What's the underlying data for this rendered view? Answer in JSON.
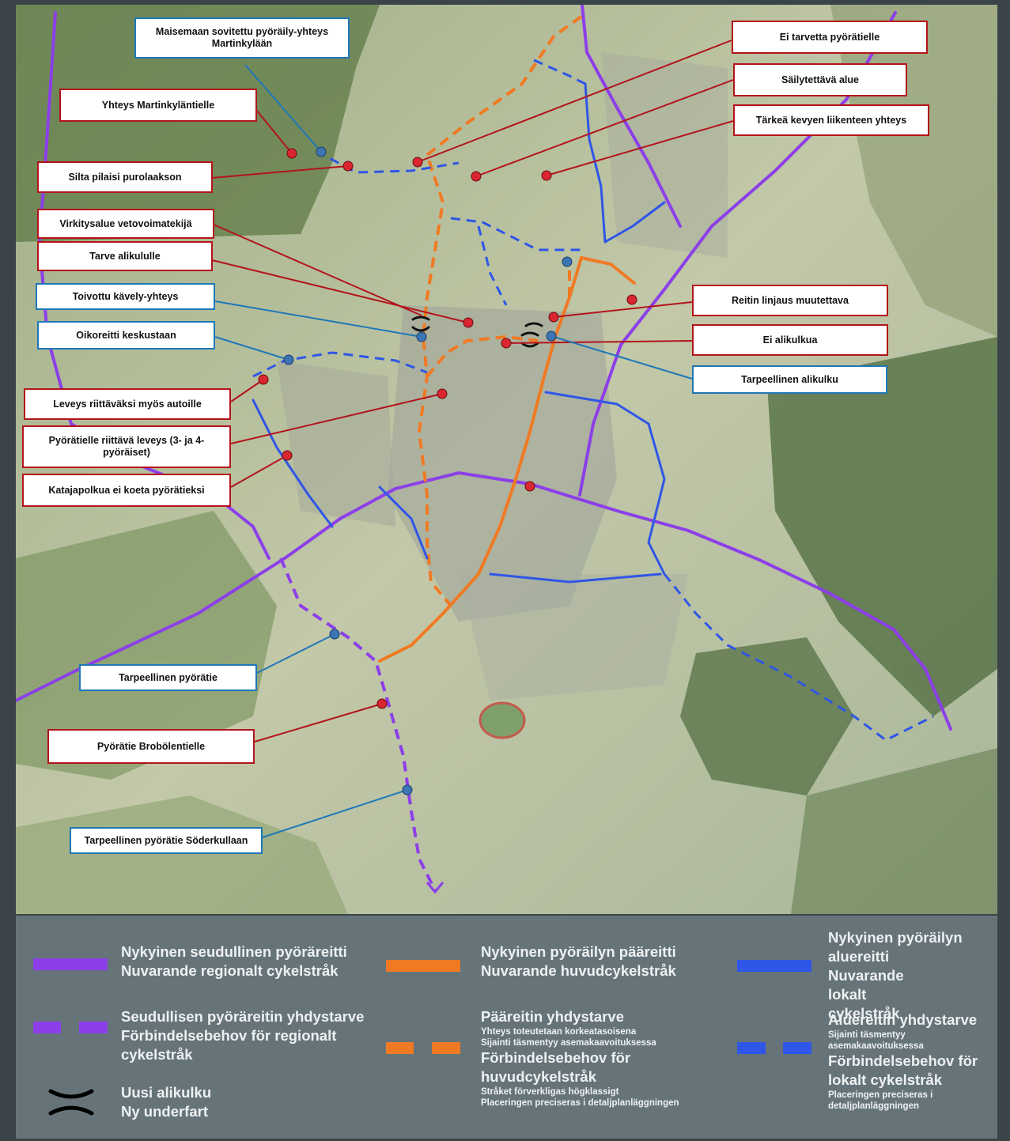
{
  "colors": {
    "regional": "#8c3fe8",
    "main": "#f07a23",
    "local": "#2f56e6",
    "callout_red": "#b3141b",
    "callout_blue": "#1f78b8",
    "legend_bg": "#66747a"
  },
  "callouts": [
    {
      "id": "c1",
      "text": "Maisemaan sovitettu pyöräily-yhteys Martinkylään",
      "style": "blue"
    },
    {
      "id": "c2",
      "text": "Yhteys Martinkyläntielle",
      "style": "red"
    },
    {
      "id": "c3",
      "text": "Silta pilaisi purolaakson",
      "style": "red"
    },
    {
      "id": "c4",
      "text": "Virkitysalue vetovoimatekijä",
      "style": "red"
    },
    {
      "id": "c5",
      "text": "Tarve alikululle",
      "style": "red"
    },
    {
      "id": "c6",
      "text": "Toivottu kävely-yhteys",
      "style": "blue"
    },
    {
      "id": "c7",
      "text": "Oikoreitti keskustaan",
      "style": "blue"
    },
    {
      "id": "c8",
      "text": "Leveys riittäväksi myös autoille",
      "style": "red"
    },
    {
      "id": "c9",
      "text": "Pyörätielle riittävä leveys (3- ja 4-pyöräiset)",
      "style": "red"
    },
    {
      "id": "c10",
      "text": "Katajapolkua ei koeta pyörätieksi",
      "style": "red"
    },
    {
      "id": "c11",
      "text": "Ei tarvetta pyörätielle",
      "style": "red"
    },
    {
      "id": "c12",
      "text": "Säilytettävä alue",
      "style": "red"
    },
    {
      "id": "c13",
      "text": "Tärkeä kevyen liikenteen yhteys",
      "style": "red"
    },
    {
      "id": "c14",
      "text": "Reitin linjaus muutettava",
      "style": "red"
    },
    {
      "id": "c15",
      "text": "Ei alikulkua",
      "style": "red"
    },
    {
      "id": "c16",
      "text": "Tarpeellinen alikulku",
      "style": "blue"
    },
    {
      "id": "c17",
      "text": "Tarpeellinen pyörätie",
      "style": "blue"
    },
    {
      "id": "c18",
      "text": "Pyörätie Brobölentielle",
      "style": "red"
    },
    {
      "id": "c19",
      "text": "Tarpeellinen pyörätie Söderkullaan",
      "style": "blue"
    }
  ],
  "legend": {
    "regional_existing": {
      "fi": "Nykyinen seudullinen pyöräreitti",
      "sv": "Nuvarande regionalt cykelstråk"
    },
    "regional_need": {
      "fi": "Seudullisen pyöräreitin yhdystarve",
      "sv": "Förbindelsebehov för regionalt cykelstråk"
    },
    "underpass": {
      "fi": "Uusi alikulku",
      "sv": "Ny underfart"
    },
    "main_existing": {
      "fi": "Nykyinen pyöräilyn pääreitti",
      "sv": "Nuvarande huvudcykelstråk"
    },
    "main_need": {
      "fi": "Pääreitin yhdystarve",
      "fi_note1": "Yhteys toteutetaan korkeatasoisena",
      "fi_note2": "Sijainti täsmentyy asemakaavoituksessa",
      "sv": "Förbindelsebehov för huvudcykelstråk",
      "sv_note1": "Stråket förverkligas högklassigt",
      "sv_note2": "Placeringen preciseras i detaljplanläggningen"
    },
    "local_existing": {
      "fi": "Nykyinen pyöräilyn aluereitti",
      "sv": "Nuvarande lokalt cykelstråk"
    },
    "local_need": {
      "fi": "Aluereitin yhdystarve",
      "fi_note": "Sijainti täsmentyy asemakaavoituksessa",
      "sv": "Förbindelsebehov för lokalt cykelstråk",
      "sv_note": "Placeringen preciseras i detaljplanläggningen"
    }
  }
}
